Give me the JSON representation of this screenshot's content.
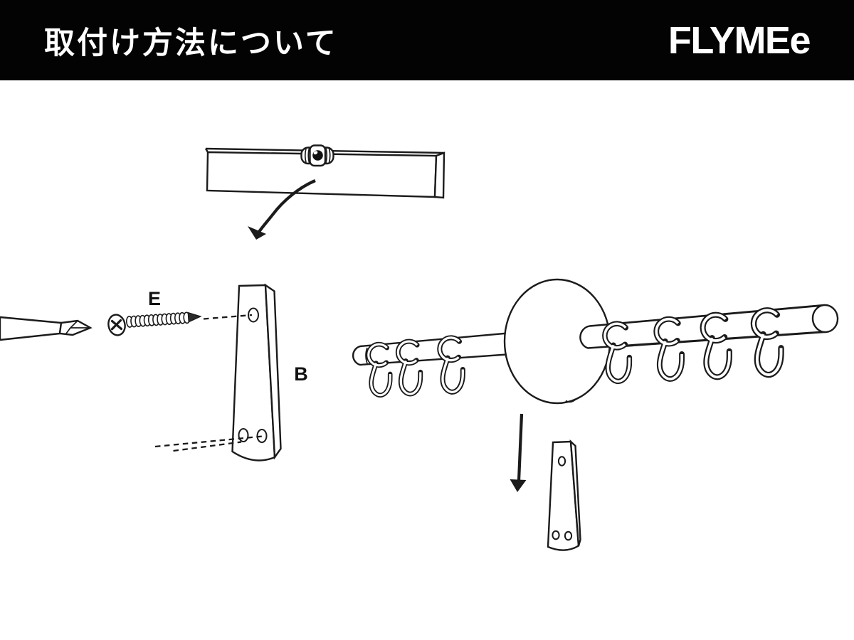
{
  "header": {
    "title": "取付け方法について",
    "logo": "FLYMEe"
  },
  "labels": {
    "screw": "E",
    "bracket": "B"
  },
  "colors": {
    "header_bg": "#030303",
    "header_text": "#ffffff",
    "canvas_bg": "#ffffff",
    "line": "#1b1b1b"
  }
}
